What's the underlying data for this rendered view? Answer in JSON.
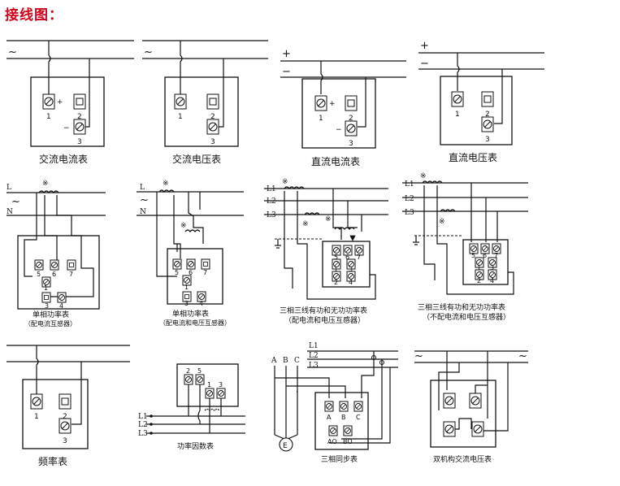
{
  "header": {
    "title": "接线图："
  },
  "diagrams": {
    "ac_ammeter": {
      "caption": "交流电流表",
      "supply": "~",
      "plus": "+",
      "minus": "−",
      "t1": "1",
      "t2": "2",
      "t3": "3"
    },
    "ac_voltmeter": {
      "caption": "交流电压表",
      "supply": "~",
      "t1": "1",
      "t2": "2",
      "t3": "3"
    },
    "dc_ammeter": {
      "caption": "直流电流表",
      "plus_line": "+",
      "minus_line": "−",
      "plus": "+",
      "minus": "−",
      "t1": "1",
      "t2": "2",
      "t3": "3"
    },
    "dc_voltmeter": {
      "caption": "直流电压表",
      "plus_line": "+",
      "minus_line": "−",
      "t1": "1",
      "t2": "2",
      "t3": "3"
    },
    "single_phase_power_a": {
      "caption": "单相功率表",
      "subcaption": "（配电流互感器）",
      "line_l": "L",
      "line_n": "N",
      "supply": "~",
      "t5": "5",
      "t6": "6",
      "t7": "7",
      "t1": "1",
      "t2": "2",
      "t3": "3",
      "t4": "4"
    },
    "single_phase_power_b": {
      "caption": "单相功率表",
      "subcaption": "（配电流和电压互感器）",
      "line_l": "L",
      "line_n": "N",
      "supply": "~",
      "t5": "5",
      "t6": "6",
      "t7": "7",
      "t1": "1",
      "t2": "2",
      "t3": "3",
      "t4": "4"
    },
    "three_phase_power_a": {
      "caption": "三相三线有功和无功功率表",
      "subcaption": "（配电流和电压互感器）",
      "l1": "L1",
      "l2": "L2",
      "l3": "L3",
      "t5": "5",
      "t6": "6",
      "t7": "7",
      "t1": "1",
      "t2": "2",
      "t3": "3",
      "t4": "4"
    },
    "three_phase_power_b": {
      "caption": "三相三线有功和无功功率表",
      "subcaption": "（不配电流和电压互感器）",
      "l1": "L1",
      "l2": "L2",
      "l3": "L3",
      "t5": "5",
      "t6": "6",
      "t7": "7",
      "t1": "1",
      "t2": "2",
      "t3": "3",
      "t4": "4"
    },
    "frequency_meter": {
      "caption": "频率表",
      "t1": "1",
      "t2": "2",
      "t3": "3"
    },
    "power_factor_meter": {
      "caption": "功率因数表",
      "l1": "L1",
      "l2": "L2",
      "l3": "L3",
      "t2": "2",
      "t5": "5",
      "t1": "1",
      "t3": "3"
    },
    "three_phase_sync": {
      "caption": "三相同步表",
      "a": "A",
      "b": "B",
      "c": "C",
      "l1": "L1",
      "l2": "L2",
      "l3": "L3",
      "ta": "A",
      "tb": "B",
      "tc": "C",
      "tao": "AO",
      "tbo": "BO",
      "gen": "E"
    },
    "dual_ac_voltmeter": {
      "caption": "双机构交流电压表",
      "supply_left": "~",
      "supply_right": "~"
    }
  }
}
